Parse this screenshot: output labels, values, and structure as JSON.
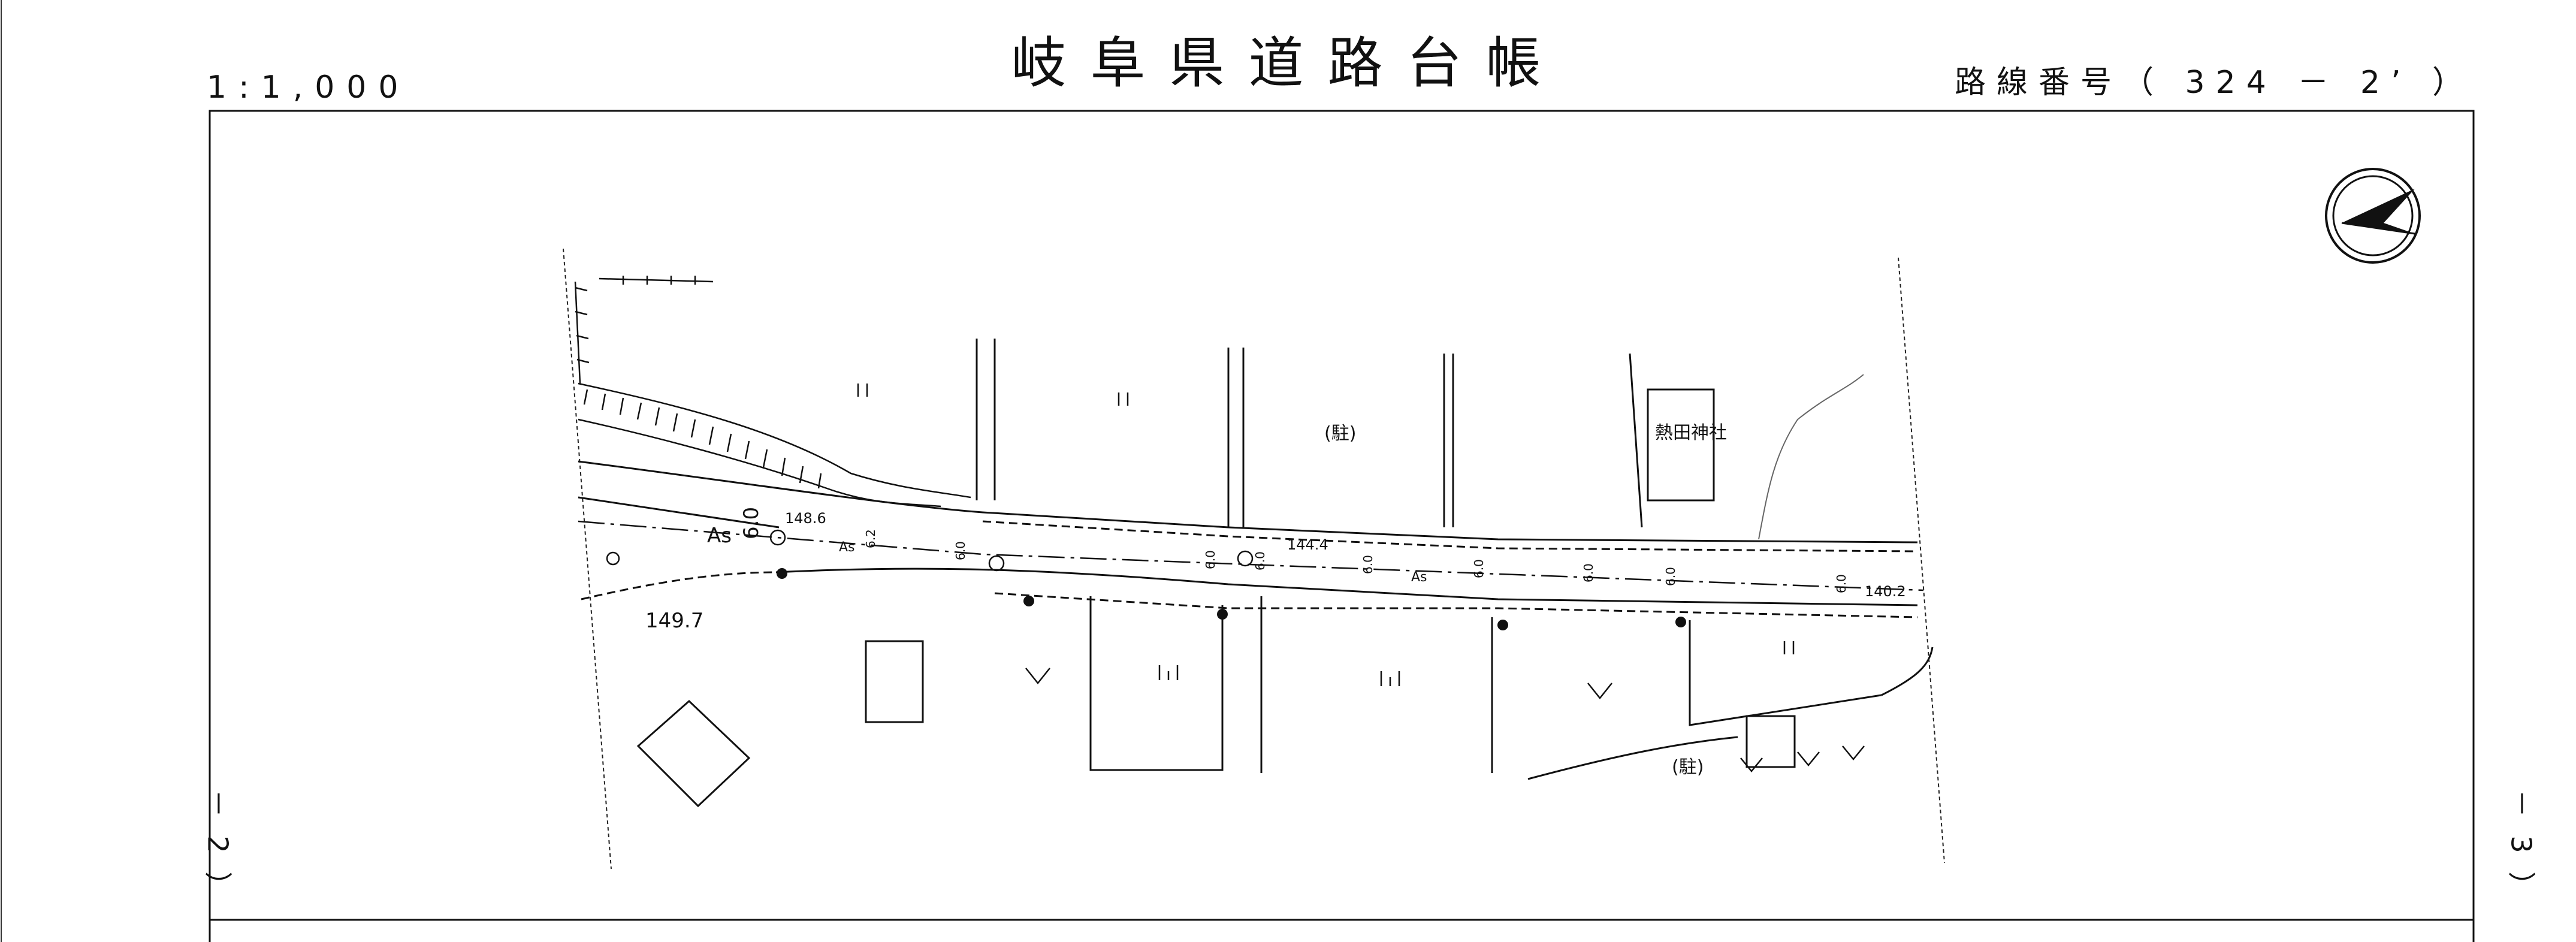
{
  "header": {
    "title": "岐阜県道路台帳",
    "scale": "1:1,000",
    "route_number": "路線番号（ 324 － 2’ ）"
  },
  "side_labels": {
    "left": "－ 2 ）",
    "right": "－ 3 ）"
  },
  "map": {
    "landmarks": {
      "shrine": "熱田神社",
      "parking_1": "(駐)",
      "parking_2": "(駐)"
    },
    "pavement": {
      "as_1": "As",
      "as_2": "As",
      "as_3": "As"
    },
    "widths": {
      "w1": "6.0",
      "w2": "6.2",
      "w3": "6.0",
      "w4": "6.0",
      "w5": "6.0",
      "w6": "6.0",
      "w7": "6.0",
      "w8": "6.0",
      "w9": "6.0",
      "w10": "6.0"
    },
    "elevations": {
      "e1": "148.6",
      "e2": "144.4",
      "e3": "140.2",
      "e4": "149.7"
    }
  }
}
